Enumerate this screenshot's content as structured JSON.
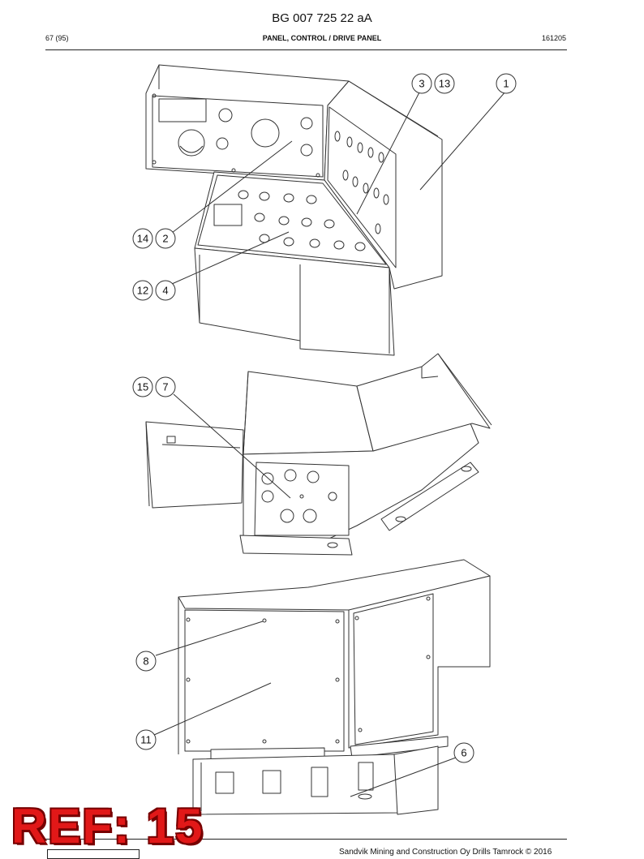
{
  "header": {
    "doc_number": "BG 007 725 22 aA",
    "page": "67 (95)",
    "section_title": "PANEL, CONTROL / DRIVE PANEL",
    "date_code": "161205"
  },
  "callouts": {
    "top_view": [
      "3",
      "13",
      "1",
      "14",
      "2",
      "12",
      "4"
    ],
    "middle_view": [
      "15",
      "7"
    ],
    "bottom_view": [
      "8",
      "11",
      "6"
    ]
  },
  "footer": {
    "copyright": "Sandvik Mining and Construction Oy Drills Tamrock © 2016"
  },
  "stamp": {
    "ref_label": "REF: 15"
  }
}
